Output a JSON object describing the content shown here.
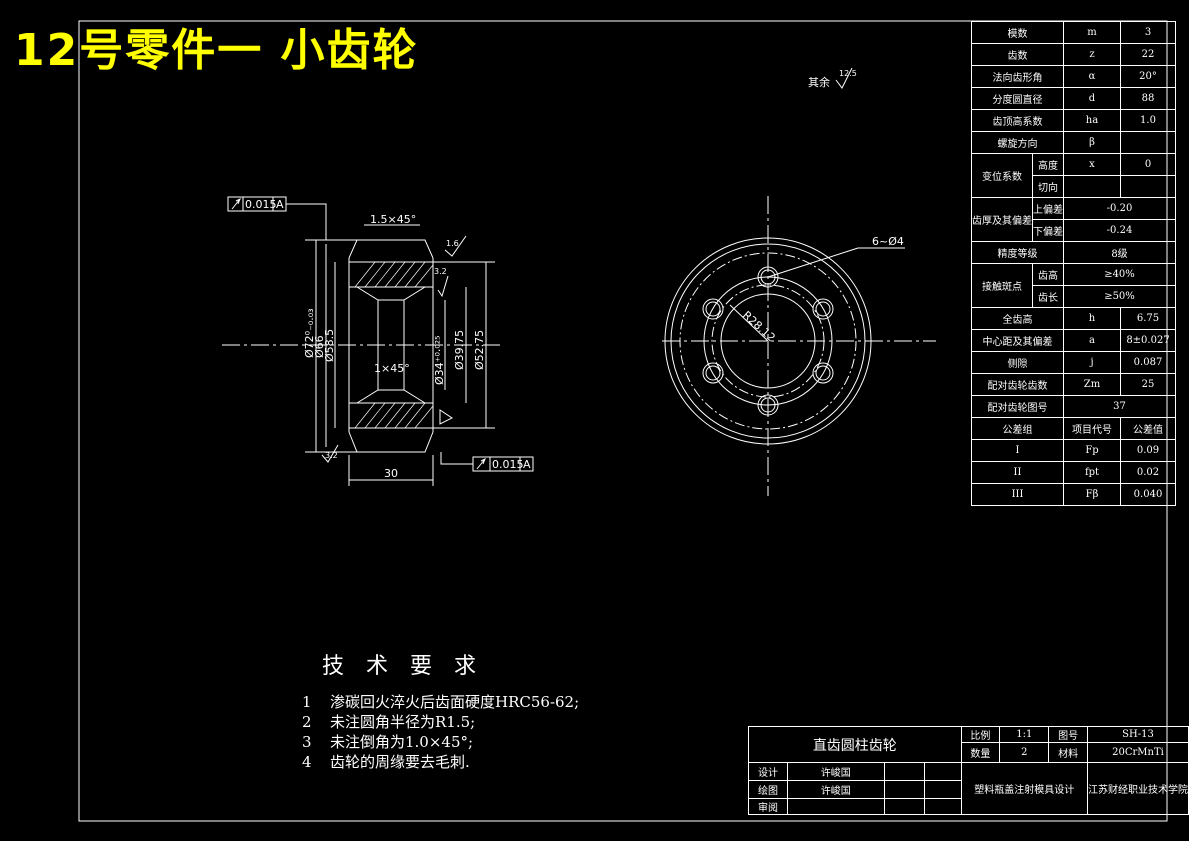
{
  "title": "12号零件一 小齿轮",
  "roughness_note": "其余",
  "roughness_other": "12.5",
  "tolerance_frames": {
    "top": {
      "value": "0.015",
      "datum": "A"
    },
    "bottom": {
      "value": "0.015",
      "datum": "A"
    }
  },
  "dims": {
    "chamfer_top": "1.5×45°",
    "chamfer_inner": "1×45°",
    "width": "30",
    "d72": "Ø72⁰₋₀.₀₃",
    "d66": "Ø66",
    "d58": "Ø58.5",
    "d34": "Ø34⁺⁰·⁰²⁵",
    "d3975": "Ø39.75",
    "d5275": "Ø52.75",
    "r_top": "1.6",
    "r_side": "3.2",
    "r_bot": "3.2",
    "holes": "6~Ø4",
    "pcd": "R28.12"
  },
  "param_table": [
    {
      "name": "模数",
      "symbol": "m",
      "value": "3"
    },
    {
      "name": "齿数",
      "symbol": "z",
      "value": "22"
    },
    {
      "name": "法向齿形角",
      "symbol": "α",
      "value": "20°"
    },
    {
      "name": "分度圆直径",
      "symbol": "d",
      "value": "88"
    },
    {
      "name": "齿顶高系数",
      "symbol": "ha",
      "value": "1.0"
    },
    {
      "name": "螺旋方向",
      "symbol": "β",
      "value": ""
    },
    {
      "name": "变位系数",
      "sub": [
        "高度",
        "切向"
      ],
      "symbol": [
        "x",
        ""
      ],
      "value": [
        "0",
        ""
      ]
    },
    {
      "name": "齿厚及其偏差",
      "sub": [
        "上偏差",
        "下偏差"
      ],
      "value": [
        "-0.20",
        "-0.24"
      ]
    },
    {
      "name": "精度等级",
      "value": "8级"
    },
    {
      "name": "接触斑点",
      "sub": [
        "齿高",
        "齿长"
      ],
      "value": [
        "≥40%",
        "≥50%"
      ]
    },
    {
      "name": "全齿高",
      "symbol": "h",
      "value": "6.75"
    },
    {
      "name": "中心距及其偏差",
      "symbol": "a",
      "value": "8±0.027"
    },
    {
      "name": "侧隙",
      "symbol": "j",
      "value": "0.087"
    },
    {
      "name": "配对齿轮齿数",
      "symbol": "Zm",
      "value": "25"
    },
    {
      "name": "配对齿轮图号",
      "value": "37"
    },
    {
      "name": "公差组",
      "symbol": "项目代号",
      "value": "公差值"
    },
    {
      "name": "I",
      "symbol": "Fp",
      "value": "0.09"
    },
    {
      "name": "II",
      "symbol": "fpt",
      "value": "0.02"
    },
    {
      "name": "III",
      "symbol": "Fβ",
      "value": "0.040"
    }
  ],
  "tech_title": "技术要求",
  "tech_items": [
    {
      "n": "1",
      "text": "渗碳回火淬火后齿面硬度HRC56-62;"
    },
    {
      "n": "2",
      "text": "未注圆角半径为R1.5;"
    },
    {
      "n": "3",
      "text": "未注倒角为1.0×45°;"
    },
    {
      "n": "4",
      "text": "齿轮的周缘要去毛刺."
    }
  ],
  "title_block": {
    "part_name": "直齿圆柱齿轮",
    "scale_label": "比例",
    "scale": "1:1",
    "drawing_no_label": "图号",
    "drawing_no": "SH-13",
    "qty_label": "数量",
    "qty": "2",
    "material_label": "材料",
    "material": "20CrMnTi",
    "design_label": "设计",
    "designer": "许峻国",
    "draw_label": "绘图",
    "drawer": "许峻国",
    "check_label": "审阅",
    "project": "塑料瓶盖注射模具设计",
    "school": "江苏财经职业技术学院"
  }
}
